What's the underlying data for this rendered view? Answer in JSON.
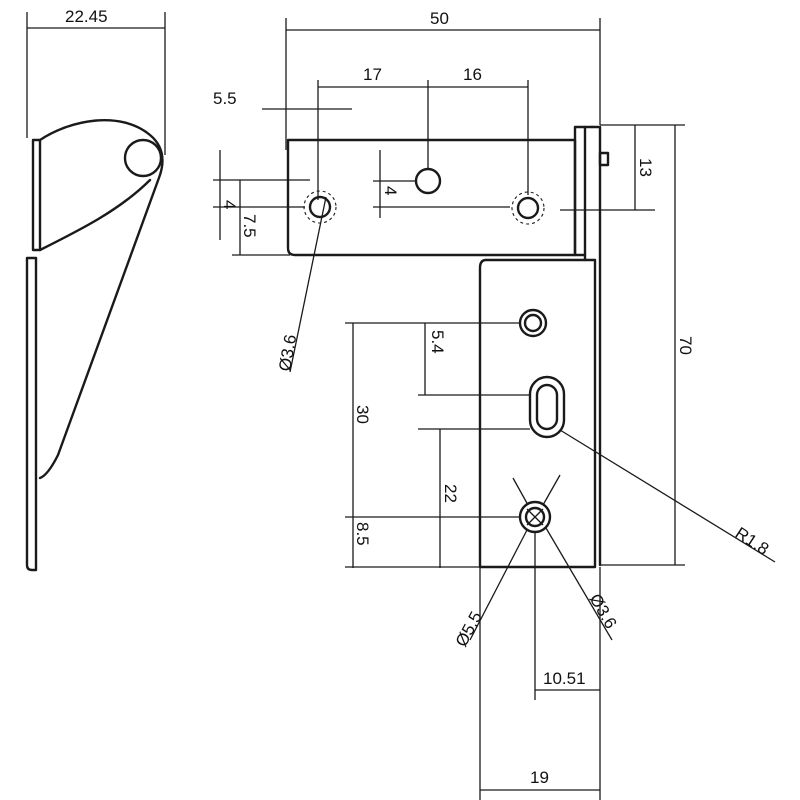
{
  "dimensions": {
    "side_width": "22.45",
    "overall_width": "50",
    "hole_spacing_1": "17",
    "hole_spacing_2": "16",
    "edge_offset": "5.5",
    "hole_offset_left": "4",
    "hole_offset_mid": "4",
    "flange_height": "7.5",
    "hole_diameter_top": "Ø3.6",
    "tab_height": "13",
    "overall_height": "70",
    "slot_offset": "5.4",
    "vertical_spacing": "30",
    "bottom_hole_height": "22",
    "bottom_offset": "8.5",
    "slot_radius": "R1.8",
    "countersink_diameter": "Ø5.5",
    "hole_diameter_bottom": "Ø3.6",
    "bottom_hole_offset": "10.51",
    "bottom_width": "19"
  }
}
